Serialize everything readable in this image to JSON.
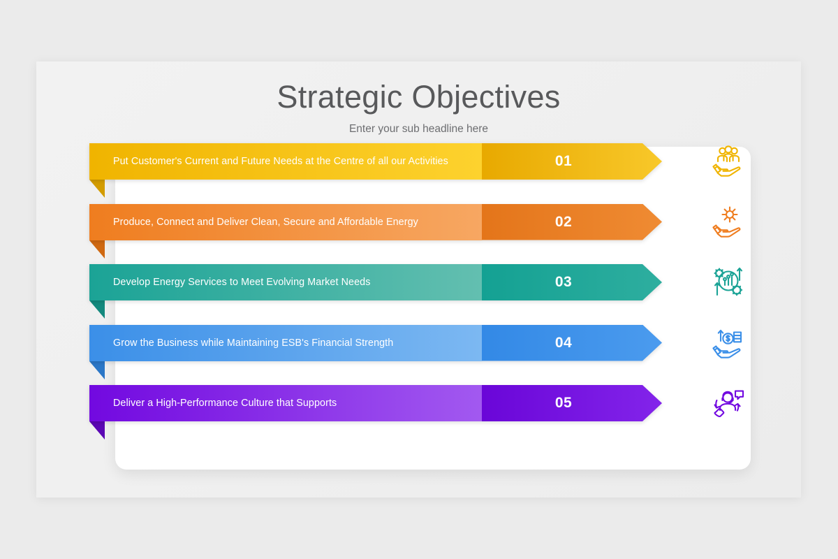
{
  "header": {
    "title": "Strategic Objectives",
    "subtitle": "Enter your sub headline here"
  },
  "theme": {
    "slide_background": "#f0f0f0",
    "card_background": "#ffffff",
    "title_color": "#58595b",
    "subtitle_color": "#6d6e71",
    "label_text_color": "#ffffff"
  },
  "rows": [
    {
      "number": "01",
      "label": "Put Customer's Current and Future Needs at the Centre of all our Activities",
      "icon": "hand-holding-people-icon",
      "color_dark": "#f0b400",
      "color_light": "#fdd22e",
      "color_num_dark": "#e8a900",
      "color_num_light": "#f8c82a",
      "color_tail": "#d39c00"
    },
    {
      "number": "02",
      "label": "Produce, Connect and Deliver Clean, Secure and Affordable Energy",
      "icon": "hand-holding-gear-icon",
      "color_dark": "#ef7d1f",
      "color_light": "#f7a762",
      "color_num_dark": "#e4751a",
      "color_num_light": "#ef8b33",
      "color_tail": "#cf6912"
    },
    {
      "number": "03",
      "label": "Develop Energy Services to Meet Evolving Market Needs",
      "icon": "growth-analytics-gear-icon",
      "color_dark": "#1ba396",
      "color_light": "#63bfb0",
      "color_num_dark": "#14a193",
      "color_num_light": "#2eae9f",
      "color_tail": "#14897e"
    },
    {
      "number": "04",
      "label": "Grow the Business while Maintaining ESB's Financial Strength",
      "icon": "hand-holding-money-icon",
      "color_dark": "#3b8fe8",
      "color_light": "#7cb8f2",
      "color_num_dark": "#3389e6",
      "color_num_light": "#4b9bee",
      "color_tail": "#2b77c7"
    },
    {
      "number": "05",
      "label": "Deliver a High-Performance Culture that Supports",
      "icon": "customer-support-agent-icon",
      "color_dark": "#7209e0",
      "color_light": "#a259f0",
      "color_num_dark": "#6a06d8",
      "color_num_light": "#8324ea",
      "color_tail": "#5b07b4"
    }
  ]
}
